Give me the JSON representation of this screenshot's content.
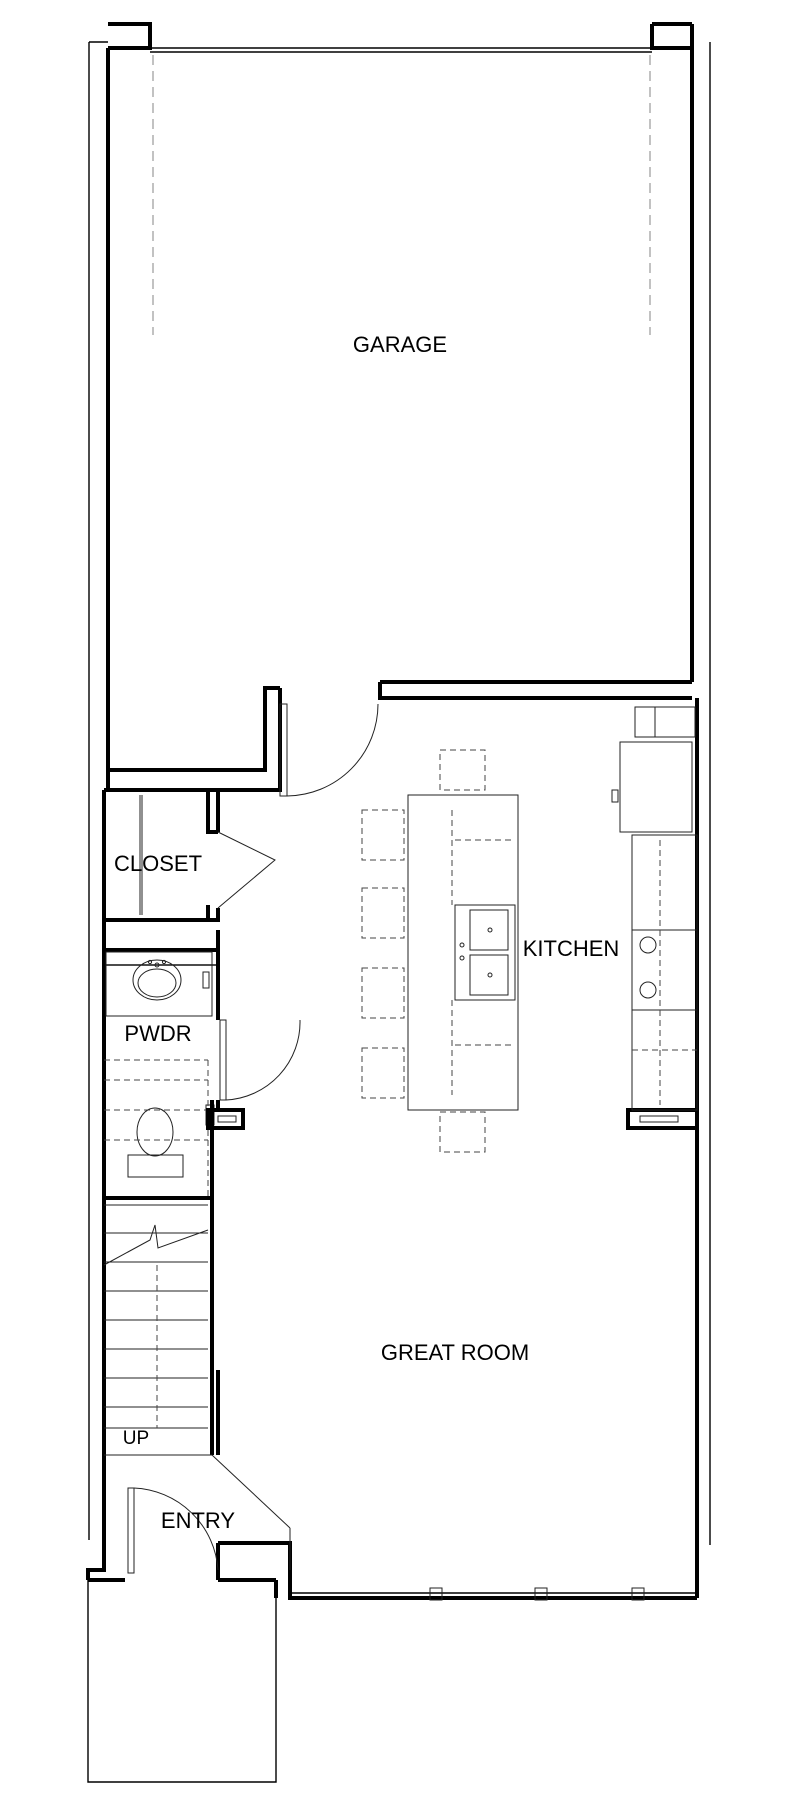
{
  "rooms": {
    "garage": "GARAGE",
    "kitchen": "KITCHEN",
    "closet": "CLOSET",
    "powder": "PWDR",
    "great_room": "GREAT ROOM",
    "entry": "ENTRY",
    "stairs": "UP"
  }
}
